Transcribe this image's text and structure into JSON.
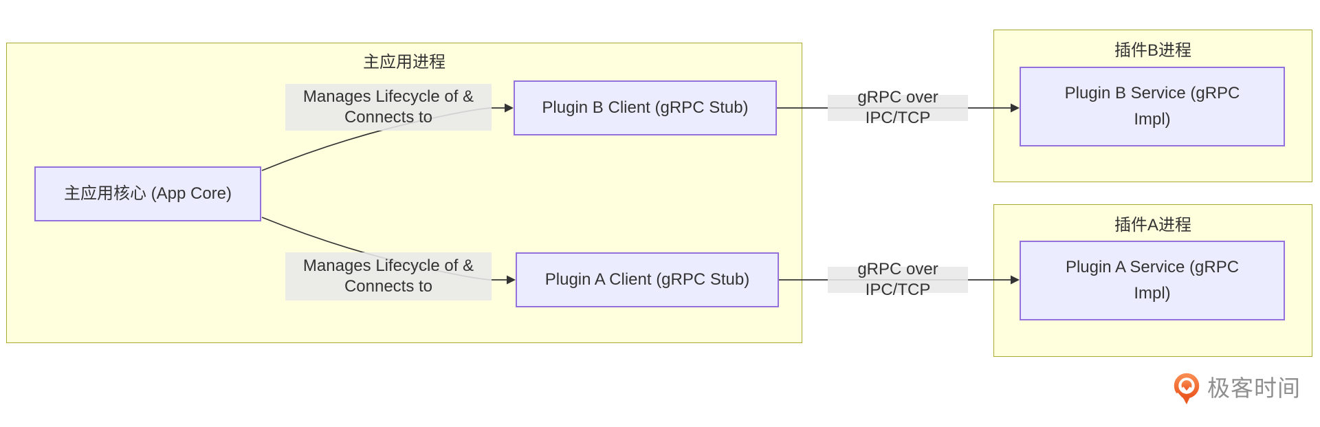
{
  "diagram": {
    "main_cluster": {
      "title": "主应用进程"
    },
    "plugin_b_cluster": {
      "title": "插件B进程"
    },
    "plugin_a_cluster": {
      "title": "插件A进程"
    },
    "nodes": {
      "app_core": {
        "label": "主应用核心 (App Core)"
      },
      "client_b": {
        "label": "Plugin B Client (gRPC Stub)"
      },
      "client_a": {
        "label": "Plugin A Client (gRPC Stub)"
      },
      "service_b": {
        "line1": "Plugin B Service (gRPC",
        "line2": "Impl)"
      },
      "service_a": {
        "line1": "Plugin A Service (gRPC",
        "line2": "Impl)"
      }
    },
    "edge_labels": {
      "manage_b": {
        "line1": "Manages Lifecycle of &",
        "line2": "Connects to"
      },
      "manage_a": {
        "line1": "Manages Lifecycle of &",
        "line2": "Connects to"
      },
      "grpc_b": {
        "text": "gRPC over IPC/TCP"
      },
      "grpc_a": {
        "text": "gRPC over IPC/TCP"
      }
    },
    "colors": {
      "cluster_fill": "#ffffde",
      "cluster_border": "#aaaa33",
      "node_fill": "#ececff",
      "node_border": "#9370db",
      "edge_label_bg": "#e8e8e8",
      "edge_color": "#333333",
      "text": "#333333"
    }
  },
  "branding": {
    "logo_text": "极客时间",
    "logo_orange": "#ee5f23",
    "logo_text_color": "#8f8f90"
  }
}
